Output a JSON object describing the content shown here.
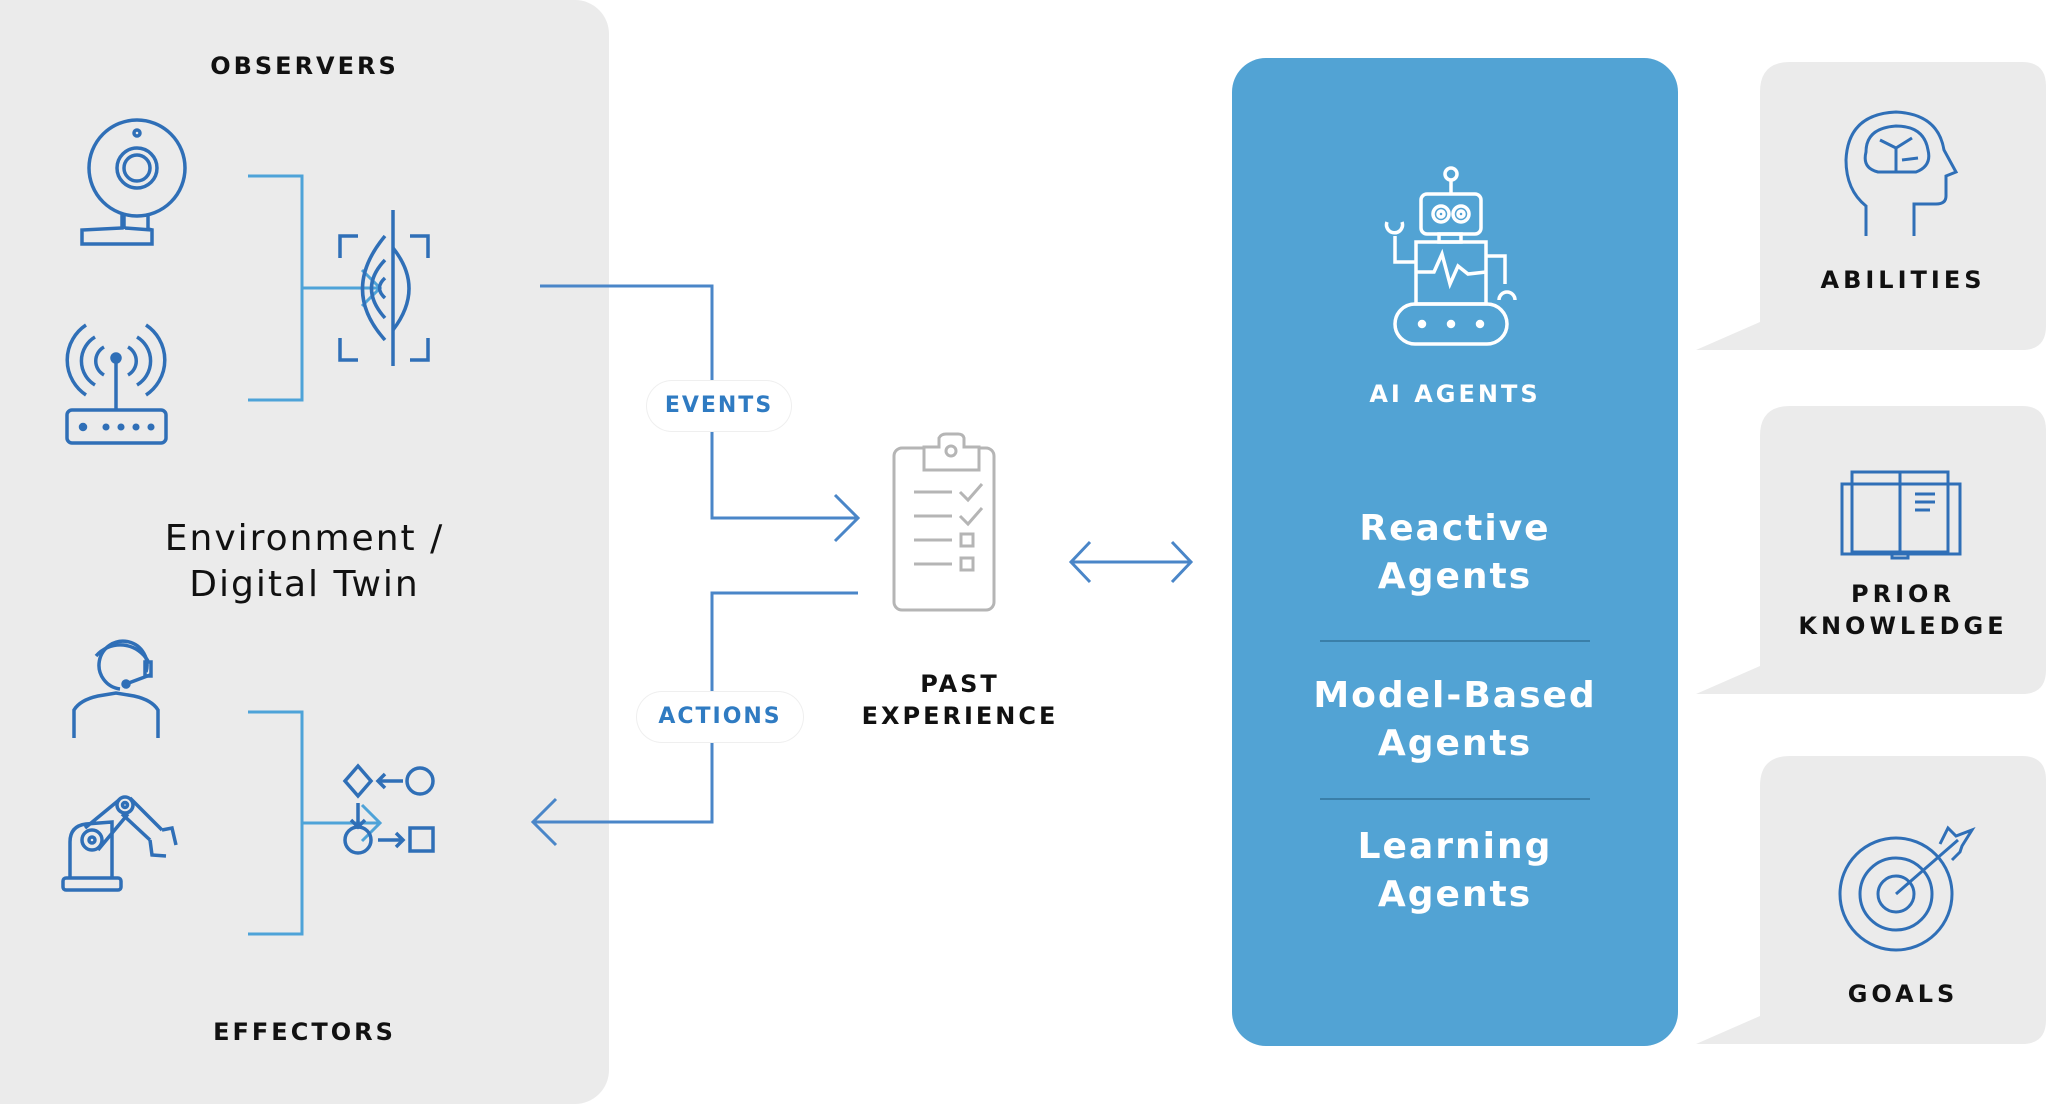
{
  "colors": {
    "panel_gray": "#ebebeb",
    "accent_blue": "#2f6fb7",
    "connector_blue": "#4ea3d8",
    "agents_blue": "#52a3d4",
    "divider_blue": "#3a7fa9",
    "clipboard_gray": "#b5b5b5"
  },
  "environment": {
    "observers_label": "OBSERVERS",
    "title_line1": "Environment /",
    "title_line2": "Digital Twin",
    "effectors_label": "EFFECTORS",
    "observer_icons": [
      "webcam-icon",
      "wifi-router-icon"
    ],
    "observer_target_icon": "eye-scan-icon",
    "effector_icons": [
      "headset-operator-icon",
      "robot-arm-icon"
    ],
    "effector_target_icon": "workflow-icon"
  },
  "flow": {
    "events_label": "EVENTS",
    "actions_label": "ACTIONS",
    "past_line1": "PAST",
    "past_line2": "EXPERIENCE",
    "past_icon": "clipboard-checklist-icon"
  },
  "agents": {
    "title": "AI AGENTS",
    "icon": "robot-icon",
    "types": [
      {
        "line1": "Reactive",
        "line2": "Agents"
      },
      {
        "line1": "Model-Based",
        "line2": "Agents"
      },
      {
        "line1": "Learning",
        "line2": "Agents"
      }
    ]
  },
  "bubbles": [
    {
      "icon": "brain-head-icon",
      "line1": "ABILITIES",
      "line2": ""
    },
    {
      "icon": "open-book-icon",
      "line1": "PRIOR",
      "line2": "KNOWLEDGE"
    },
    {
      "icon": "target-icon",
      "line1": "GOALS",
      "line2": ""
    }
  ]
}
